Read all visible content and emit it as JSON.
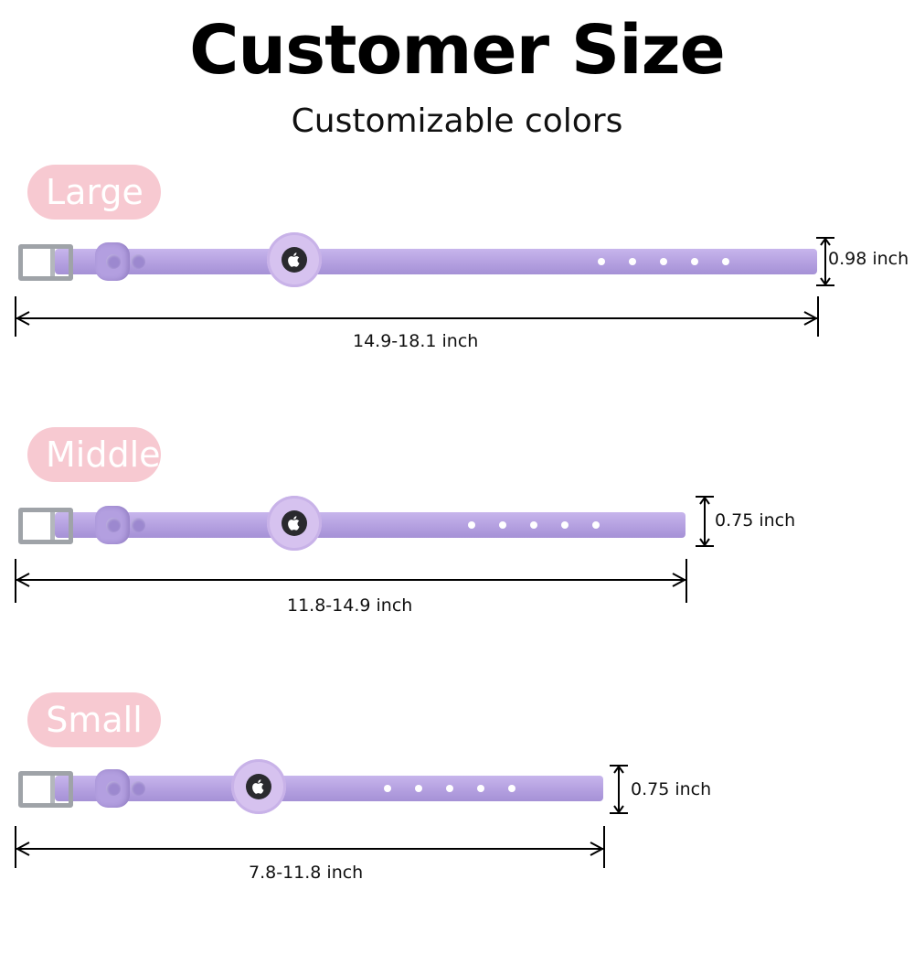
{
  "header": {
    "title": "Customer Size",
    "subtitle": "Customizable colors"
  },
  "sizes": [
    {
      "name": "Large",
      "length": "14.9-18.1 inch",
      "width": "0.98 inch"
    },
    {
      "name": "Middle",
      "length": "11.8-14.9 inch",
      "width": "0.75 inch"
    },
    {
      "name": "Small",
      "length": "7.8-11.8 inch",
      "width": "0.75 inch"
    }
  ],
  "colors": {
    "label_pill": "#f7c9d1",
    "strap": "#b4a0e0",
    "tag": "#d6c2ef",
    "buckle": "#9fa3a8"
  },
  "icons": [
    "apple-logo-icon",
    "buckle-icon",
    "dimension-arrow-icon"
  ]
}
